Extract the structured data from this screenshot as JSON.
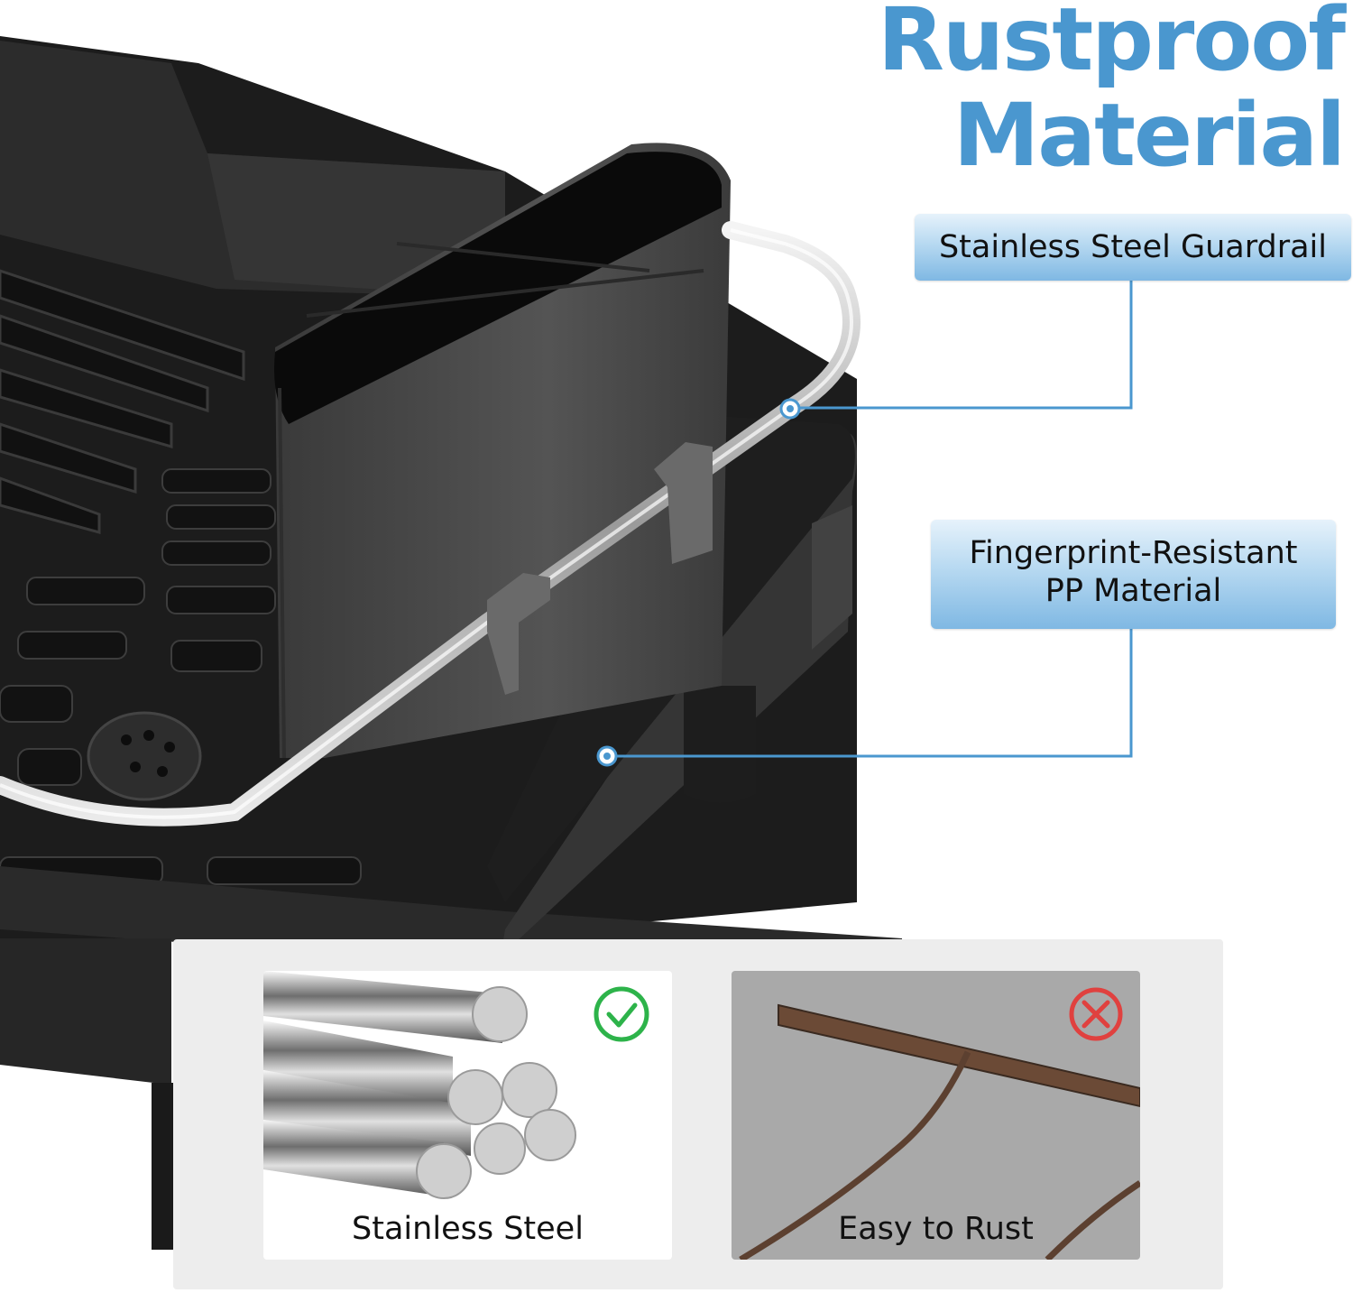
{
  "heading": "Rustproof Material",
  "callouts": {
    "guardrail": "Stainless Steel Guardrail",
    "pp_line1": "Fingerprint-Resistant",
    "pp_line2": "PP Material"
  },
  "comparison": {
    "good": {
      "label": "Stainless Steel",
      "icon": "check-circle-icon",
      "color": "#2db34a"
    },
    "bad": {
      "label": "Easy to Rust",
      "icon": "x-circle-icon",
      "color": "#e0413f"
    }
  },
  "colors": {
    "accent": "#4a97cf",
    "rack": "#2a2a2a"
  }
}
